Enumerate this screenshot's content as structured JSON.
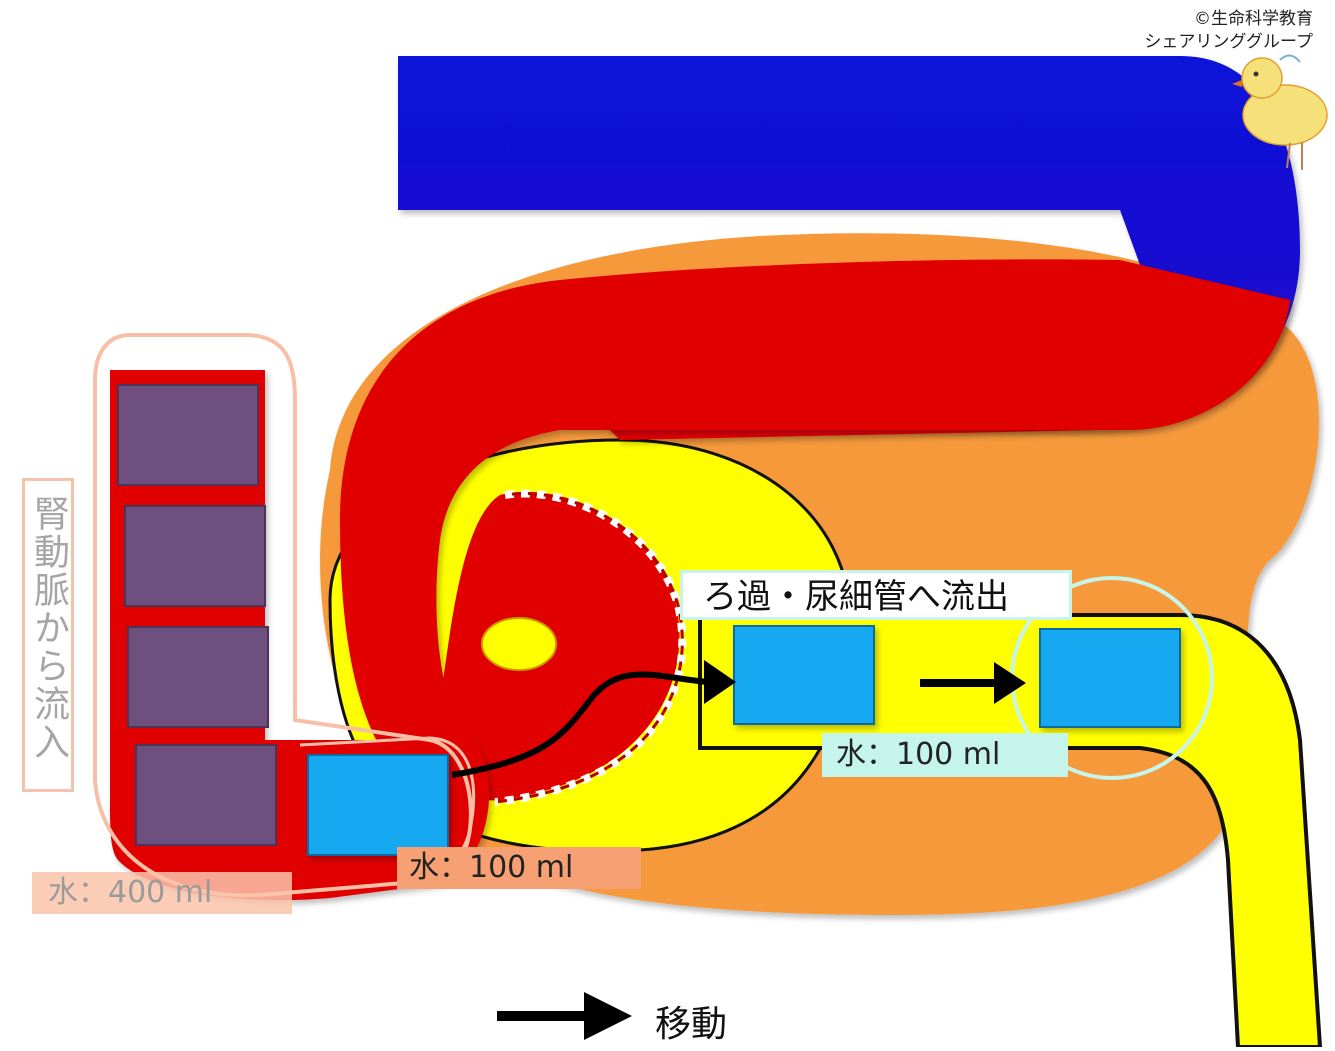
{
  "copyright": {
    "line1": "©生命科学教育",
    "line2": "シェアリンググループ"
  },
  "labels": {
    "renal_artery_inflow": "腎動脈から流入",
    "water_400": "水：400 ml",
    "water_100_capillary": "水：100 ml",
    "filtration_title": "ろ過・尿細管へ流出",
    "water_100_tubule": "水：100 ml",
    "movement_legend": "移動"
  },
  "colors": {
    "vein": "#0a12d8",
    "artery": "#e00000",
    "capsule": "#f6993a",
    "tubule": "#ffff00",
    "water_block": "#18a8f0",
    "blood_block": "#6e4f7e"
  }
}
